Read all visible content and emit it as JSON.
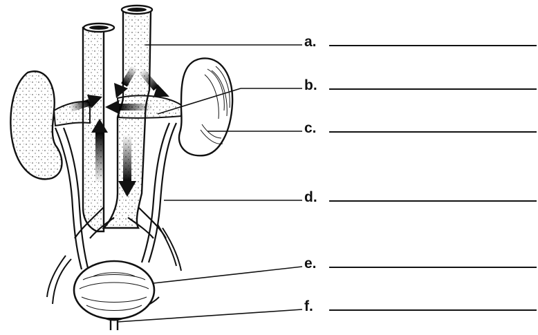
{
  "diagram": {
    "labels": [
      {
        "id": "a",
        "letter": "a."
      },
      {
        "id": "b",
        "letter": "b."
      },
      {
        "id": "c",
        "letter": "c."
      },
      {
        "id": "d",
        "letter": "d."
      },
      {
        "id": "e",
        "letter": "e."
      },
      {
        "id": "f",
        "letter": "f."
      }
    ],
    "colors": {
      "ink": "#111111",
      "background": "#ffffff"
    },
    "icons": [
      "kidney-left-icon",
      "kidney-right-icon",
      "aorta-icon",
      "vena-cava-icon",
      "ureter-icon",
      "bladder-icon",
      "flow-arrow-icon"
    ]
  }
}
